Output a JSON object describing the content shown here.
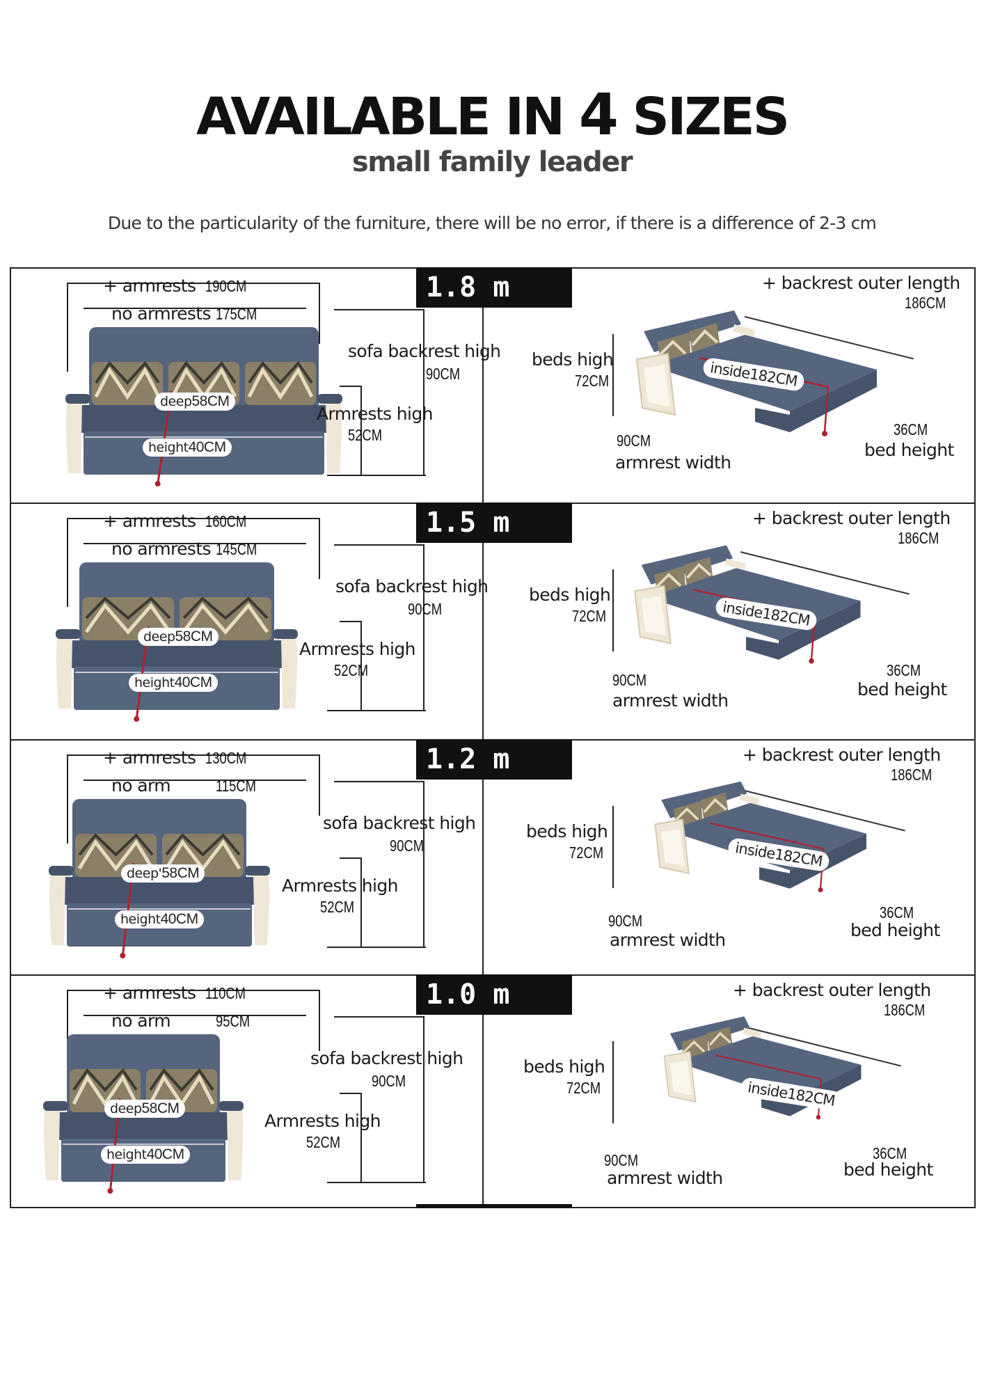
{
  "header": {
    "title_pre": "AVAILABLE IN ",
    "title_num": "4",
    "title_post": " SIZES",
    "subtitle": "small family leader",
    "note": "Due to the particularity of the furniture, there will be no error, if there is a difference of 2-3 cm"
  },
  "colors": {
    "fabric": "#55657e",
    "fabric_dark": "#46546b",
    "frame": "#efe6d6",
    "accent_line": "#b02030",
    "label_bg": "#111111"
  },
  "sizes": [
    {
      "label": "1.8  m",
      "armrests_label": "+ armrests",
      "armrests_value": "190CM",
      "noarm_label": "no armrests",
      "noarm_value": "175CM",
      "backrest_label": "sofa backrest high",
      "backrest_value": "90CM",
      "armrest_high_label": "Armrests high",
      "armrest_high_value": "52CM",
      "deep_label": "deep",
      "deep_value": "58CM",
      "height_label": "height",
      "height_value": "40CM",
      "outer_label": "+ backrest outer length",
      "outer_value": "186CM",
      "beds_high_label": "beds high",
      "beds_high_value": "72CM",
      "inside_label": "inside",
      "inside_value": "182CM",
      "armrest_width_label": "armrest width",
      "armrest_width_value": "90CM",
      "bed_height_label": "bed height",
      "bed_height_value": "36CM"
    },
    {
      "label": "1.5  m",
      "armrests_label": "+ armrests",
      "armrests_value": "160CM",
      "noarm_label": "no armrests",
      "noarm_value": "145CM",
      "backrest_label": "sofa backrest high",
      "backrest_value": "90CM",
      "armrest_high_label": "Armrests high",
      "armrest_high_value": "52CM",
      "deep_label": "deep",
      "deep_value": "58CM",
      "height_label": "height",
      "height_value": "40CM",
      "outer_label": "+ backrest outer length",
      "outer_value": "186CM",
      "beds_high_label": "beds high",
      "beds_high_value": "72CM",
      "inside_label": "inside",
      "inside_value": "182CM",
      "armrest_width_label": "armrest width",
      "armrest_width_value": "90CM",
      "bed_height_label": "bed height",
      "bed_height_value": "36CM"
    },
    {
      "label": "1.2  m",
      "armrests_label": "+ armrests",
      "armrests_value": "130CM",
      "noarm_label": "no arm",
      "noarm_value": "115CM",
      "backrest_label": "sofa backrest high",
      "backrest_value": "90CM",
      "armrest_high_label": "Armrests high",
      "armrest_high_value": "52CM",
      "deep_label": "deep'",
      "deep_value": "58CM",
      "height_label": "height",
      "height_value": "40CM",
      "outer_label": "+ backrest outer length",
      "outer_value": "186CM",
      "beds_high_label": "beds high",
      "beds_high_value": "72CM",
      "inside_label": "inside",
      "inside_value": "182CM",
      "armrest_width_label": "armrest width",
      "armrest_width_value": "90CM",
      "bed_height_label": "bed height",
      "bed_height_value": "36CM"
    },
    {
      "label": "1.0  m",
      "armrests_label": "+ armrests",
      "armrests_value": "110CM",
      "noarm_label": "no arm",
      "noarm_value": "95CM",
      "backrest_label": "sofa backrest high",
      "backrest_value": "90CM",
      "armrest_high_label": "Armrests high",
      "armrest_high_value": "52CM",
      "deep_label": "deep",
      "deep_value": "58CM",
      "height_label": "height",
      "height_value": "40CM",
      "outer_label": "+ backrest outer length",
      "outer_value": "186CM",
      "beds_high_label": "beds high",
      "beds_high_value": "72CM",
      "inside_label": "inside",
      "inside_value": "182CM",
      "armrest_width_label": "armrest width",
      "armrest_width_value": "90CM",
      "bed_height_label": "bed height",
      "bed_height_value": "36CM"
    }
  ]
}
